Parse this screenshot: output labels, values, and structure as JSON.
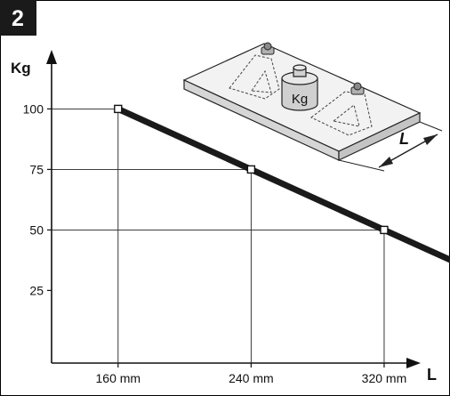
{
  "figure": {
    "number": "2"
  },
  "chart_data": {
    "type": "line",
    "title": "",
    "xlabel": "L",
    "ylabel": "Kg",
    "x_ticks": [
      {
        "value": 160,
        "label": "160 mm"
      },
      {
        "value": 240,
        "label": "240 mm"
      },
      {
        "value": 320,
        "label": "320 mm"
      }
    ],
    "y_ticks": [
      {
        "value": 25,
        "label": "25"
      },
      {
        "value": 50,
        "label": "50"
      },
      {
        "value": 75,
        "label": "75"
      },
      {
        "value": 100,
        "label": "100"
      }
    ],
    "xlim": [
      120,
      335
    ],
    "ylim": [
      -5,
      120
    ],
    "grid": false,
    "series": [
      {
        "x": [
          160,
          240,
          320,
          365
        ],
        "y": [
          100,
          75,
          50,
          36
        ]
      }
    ],
    "markers": [
      {
        "x": 160,
        "y": 100
      },
      {
        "x": 240,
        "y": 75
      },
      {
        "x": 320,
        "y": 50
      }
    ],
    "line_color": "#1a1a1a"
  },
  "illustration": {
    "weight_label": "Kg",
    "dimension_label": "L"
  }
}
